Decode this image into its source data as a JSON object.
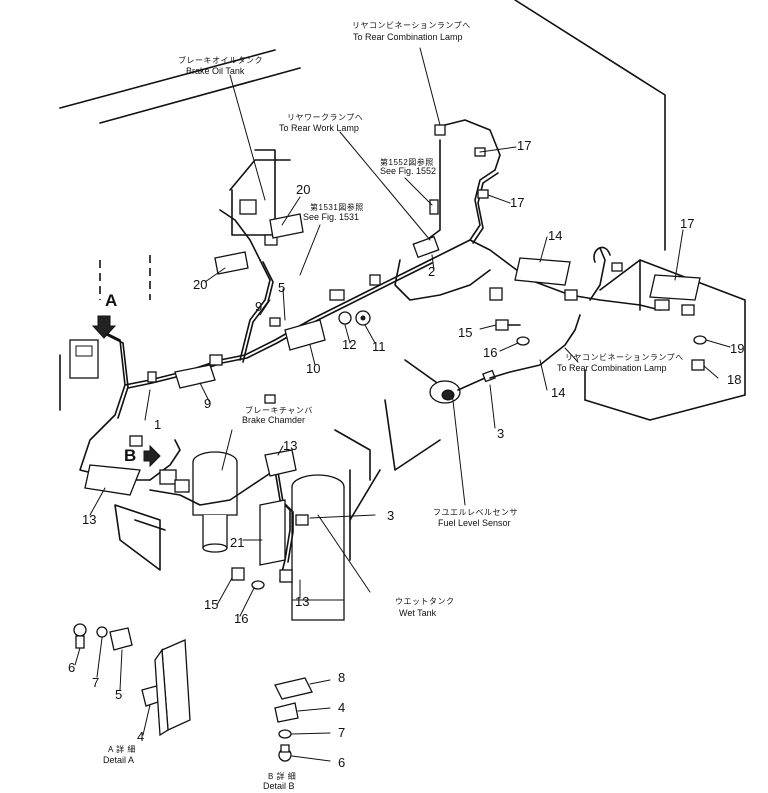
{
  "labels": {
    "rear_combo_top_jp": "リヤコンビネーションランプへ",
    "rear_combo_top_en": "To Rear Combination Lamp",
    "brake_oil_jp": "ブレーキオイルタンク",
    "brake_oil_en": "Brake Oil Tank",
    "rear_work_jp": "リヤワークランプへ",
    "rear_work_en": "To Rear Work Lamp",
    "fig1552_jp": "第1552図参照",
    "fig1552_en": "See Fig. 1552",
    "fig1531_jp": "第1531図参照",
    "fig1531_en": "See Fig. 1531",
    "rear_combo_right_jp": "リヤコンビネーションランプへ",
    "rear_combo_right_en": "To Rear Combination Lamp",
    "brake_chamber_jp": "ブレーキチャンバ",
    "brake_chamber_en": "Brake Chamder",
    "fuel_sensor_jp": "フユエルレベルセンサ",
    "fuel_sensor_en": "Fuel Level Sensor",
    "wet_tank_jp": "ウエットタンク",
    "wet_tank_en": "Wet Tank",
    "detail_a_jp": "A 詳 細",
    "detail_a_en": "Detail A",
    "detail_b_jp": "B 詳 細",
    "detail_b_en": "Detail B",
    "view_a": "A",
    "view_b": "B"
  },
  "callouts": {
    "n1": "1",
    "n2": "2",
    "n3a": "3",
    "n3b": "3",
    "n4a": "4",
    "n4b": "4",
    "n5a": "5",
    "n5b": "5",
    "n6a": "6",
    "n6b": "6",
    "n7a": "7",
    "n7b": "7",
    "n8": "8",
    "n9a": "9",
    "n9b": "9",
    "n10": "10",
    "n11": "11",
    "n12": "12",
    "n13a": "13",
    "n13b": "13",
    "n13c": "13",
    "n14a": "14",
    "n14b": "14",
    "n15a": "15",
    "n15b": "15",
    "n16a": "16",
    "n16b": "16",
    "n17a": "17",
    "n17b": "17",
    "n17c": "17",
    "n18": "18",
    "n19": "19",
    "n20a": "20",
    "n20b": "20",
    "n21": "21"
  }
}
